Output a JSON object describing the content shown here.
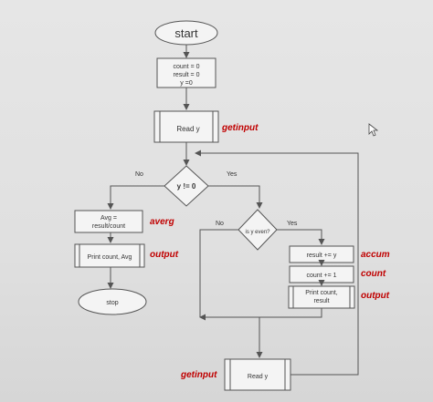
{
  "nodes": {
    "start": "start",
    "init": [
      "count = 0",
      "result = 0",
      "y =0"
    ],
    "read1": "Read y",
    "cond1": "y != 0",
    "avg": [
      "Avg =",
      "result/count"
    ],
    "print1": "Print count, Avg",
    "stop": "stop",
    "cond2": "is y even?",
    "accum": "result += y",
    "count": "count += 1",
    "print2": [
      "Print count,",
      "result"
    ],
    "read2": "Read y"
  },
  "edge_labels": {
    "no1": "No",
    "yes1": "Yes",
    "no2": "No",
    "yes2": "Yes"
  },
  "annotations": {
    "getinput1": "getinput",
    "averg": "averg",
    "output1": "output",
    "accum": "accum",
    "count": "count",
    "output2": "output",
    "getinput2": "getinput"
  },
  "colors": {
    "annotation": "#c00000",
    "stroke": "#555555",
    "fill": "#f4f4f4"
  }
}
